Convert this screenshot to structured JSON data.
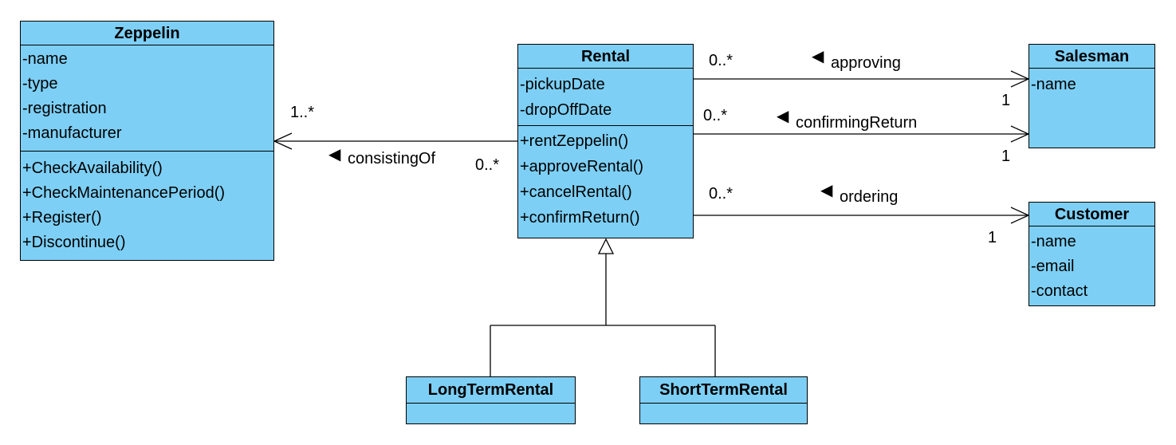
{
  "classes": {
    "zeppelin": {
      "name": "Zeppelin",
      "attributes": [
        "-name",
        "-type",
        "-registration",
        "-manufacturer"
      ],
      "operations": [
        "+CheckAvailability()",
        "+CheckMaintenancePeriod()",
        "+Register()",
        "+Discontinue()"
      ]
    },
    "rental": {
      "name": "Rental",
      "attributes": [
        "-pickupDate",
        "-dropOffDate"
      ],
      "operations": [
        "+rentZeppelin()",
        "+approveRental()",
        "+cancelRental()",
        "+confirmReturn()"
      ]
    },
    "salesman": {
      "name": "Salesman",
      "attributes": [
        "-name"
      ]
    },
    "customer": {
      "name": "Customer",
      "attributes": [
        "-name",
        "-email",
        "-contact"
      ]
    },
    "long_term_rental": {
      "name": "LongTermRental"
    },
    "short_term_rental": {
      "name": "ShortTermRental"
    }
  },
  "associations": {
    "consisting_of": {
      "label": "consistingOf",
      "source_multiplicity": "0..*",
      "target_multiplicity": "1..*"
    },
    "approving": {
      "label": "approving",
      "source_multiplicity": "0..*",
      "target_multiplicity": "1"
    },
    "confirming_return": {
      "label": "confirmingReturn",
      "source_multiplicity": "0..*",
      "target_multiplicity": "1"
    },
    "ordering": {
      "label": "ordering",
      "source_multiplicity": "0..*",
      "target_multiplicity": "1"
    }
  },
  "direction_glyph": "◀",
  "colors": {
    "class_fill": "#7dcff5",
    "line": "#000000",
    "background": "#ffffff"
  }
}
